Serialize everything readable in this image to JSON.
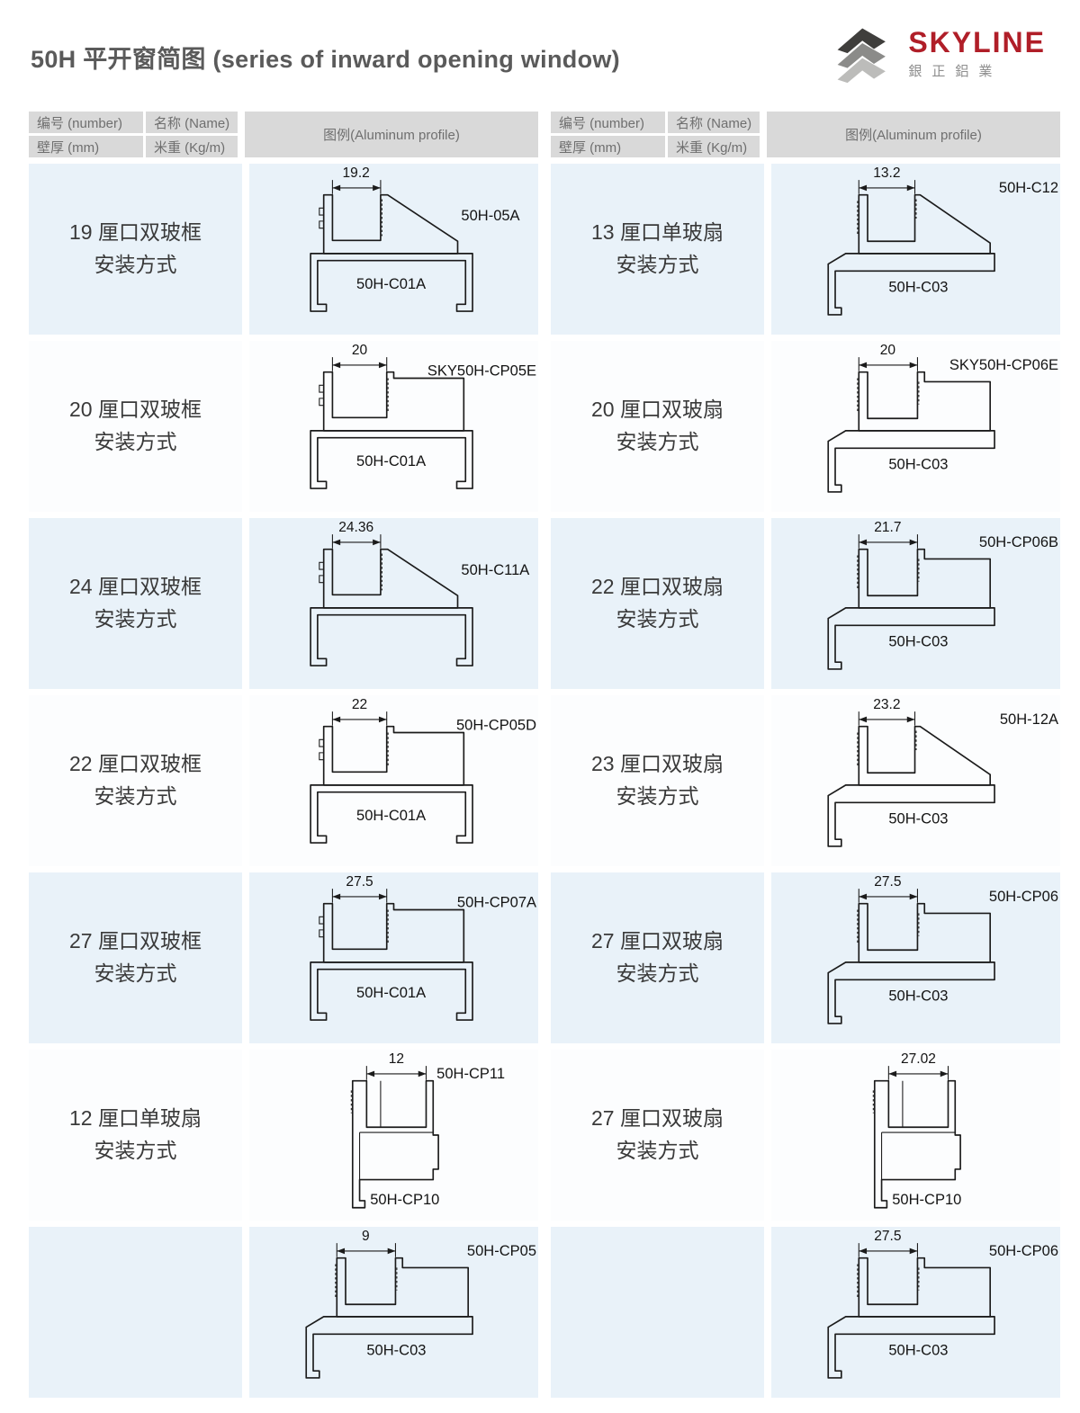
{
  "header": {
    "title": "50H 平开窗简图 (series of inward opening window)",
    "logo": {
      "brand": "SKYLINE",
      "company": "銀正鋁業"
    }
  },
  "table_head": {
    "number": "编号 (number)",
    "name": "名称 (Name)",
    "thickness": "壁厚 (mm)",
    "weight": "米重 (Kg/m)",
    "legend": "图例(Aluminum profile)"
  },
  "colors": {
    "brand_red": "#b01e28",
    "row_blue": "#e9f2f9",
    "header_gray": "#d9d9d9",
    "line_black": "#1b1b1b"
  },
  "left_rows": [
    {
      "label1": "19 厘口双玻框",
      "label2": "安装方式",
      "dim": "19.2",
      "top_label": "50H-05A",
      "bottom_label": "50H-C01A"
    },
    {
      "label1": "20 厘口双玻框",
      "label2": "安装方式",
      "dim": "20",
      "top_label": "SKY50H-CP05E",
      "bottom_label": "50H-C01A"
    },
    {
      "label1": "24 厘口双玻框",
      "label2": "安装方式",
      "dim": "24.36",
      "top_label": "50H-C11A",
      "bottom_label": ""
    },
    {
      "label1": "22 厘口双玻框",
      "label2": "安装方式",
      "dim": "22",
      "top_label": "50H-CP05D",
      "bottom_label": "50H-C01A"
    },
    {
      "label1": "27 厘口双玻框",
      "label2": "安装方式",
      "dim": "27.5",
      "top_label": "50H-CP07A",
      "bottom_label": "50H-C01A"
    },
    {
      "label1": "12 厘口单玻扇",
      "label2": "安装方式",
      "dim": "12",
      "top_label": "50H-CP11",
      "bottom_label": "50H-CP10"
    },
    {
      "label1": "",
      "label2": "",
      "dim": "9",
      "top_label": "50H-CP05",
      "bottom_label": "50H-C03"
    }
  ],
  "right_rows": [
    {
      "label1": "13 厘口单玻扇",
      "label2": "安装方式",
      "dim": "13.2",
      "top_label": "50H-C12",
      "bottom_label": "50H-C03"
    },
    {
      "label1": "20 厘口双玻扇",
      "label2": "安装方式",
      "dim": "20",
      "top_label": "SKY50H-CP06E",
      "bottom_label": "50H-C03"
    },
    {
      "label1": "22 厘口双玻扇",
      "label2": "安装方式",
      "dim": "21.7",
      "top_label": "50H-CP06B",
      "bottom_label": "50H-C03"
    },
    {
      "label1": "23 厘口双玻扇",
      "label2": "安装方式",
      "dim": "23.2",
      "top_label": "50H-12A",
      "bottom_label": "50H-C03"
    },
    {
      "label1": "27 厘口双玻扇",
      "label2": "安装方式",
      "dim": "27.5",
      "top_label": "50H-CP06",
      "bottom_label": "50H-C03"
    },
    {
      "label1": "27 厘口双玻扇",
      "label2": "安装方式",
      "dim": "27.02",
      "top_label": "",
      "bottom_label": "50H-CP10"
    },
    {
      "label1": "",
      "label2": "",
      "dim": "27.5",
      "top_label": "50H-CP06",
      "bottom_label": "50H-C03"
    }
  ]
}
